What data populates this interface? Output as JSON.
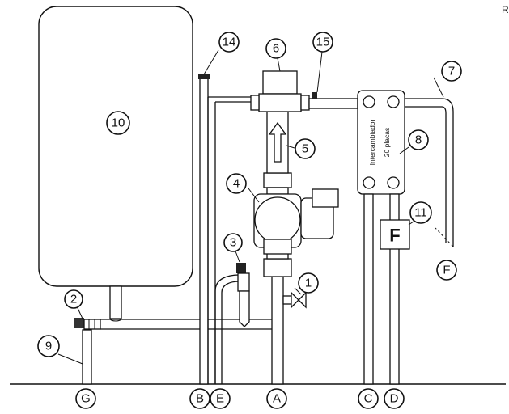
{
  "corner_text": "R",
  "heat_exchanger": {
    "line1": "Intercambiador",
    "line2": "20 placas"
  },
  "flowmeter_letter": "F",
  "callouts": [
    "1",
    "2",
    "3",
    "4",
    "5",
    "6",
    "7",
    "8",
    "9",
    "10",
    "11",
    "14",
    "15"
  ],
  "connections": [
    "A",
    "B",
    "C",
    "D",
    "E",
    "F",
    "G"
  ]
}
